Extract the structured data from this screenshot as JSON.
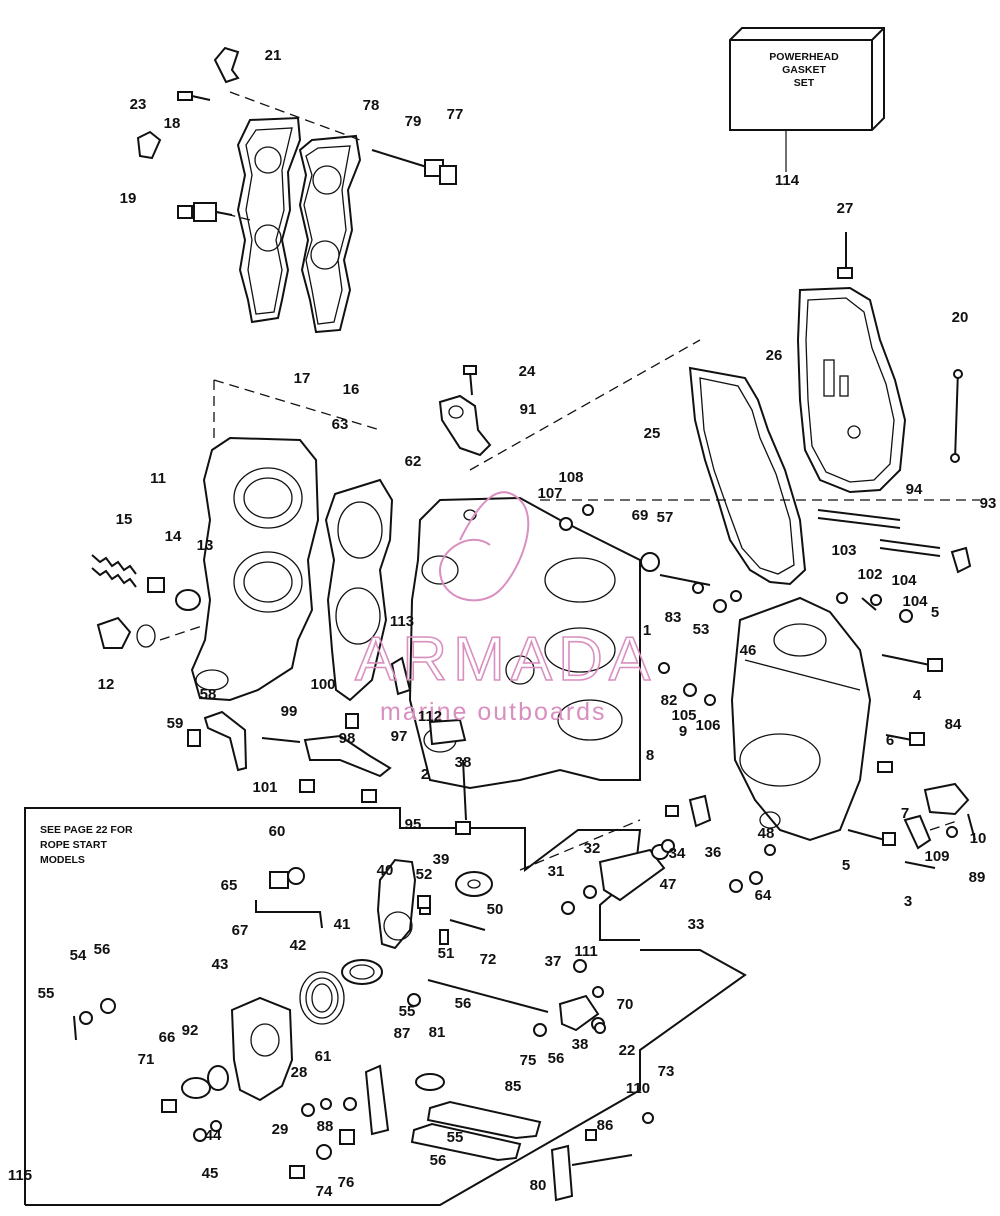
{
  "box_label": [
    "POWERHEAD",
    "GASKET",
    "SET"
  ],
  "note": [
    "SEE PAGE 22 FOR",
    "ROPE START",
    "MODELS"
  ],
  "watermark": {
    "name": "ARMADA",
    "tagline": "marine outboards",
    "color": "#d98fc0"
  },
  "callouts": [
    "1",
    "2",
    "3",
    "4",
    "5",
    "5",
    "6",
    "7",
    "8",
    "9",
    "10",
    "11",
    "12",
    "13",
    "14",
    "15",
    "16",
    "17",
    "18",
    "19",
    "20",
    "21",
    "22",
    "23",
    "24",
    "25",
    "26",
    "27",
    "28",
    "29",
    "31",
    "32",
    "33",
    "34",
    "36",
    "37",
    "38",
    "38",
    "39",
    "40",
    "41",
    "42",
    "43",
    "44",
    "45",
    "46",
    "47",
    "48",
    "50",
    "51",
    "52",
    "53",
    "54",
    "55",
    "55",
    "55",
    "56",
    "56",
    "56",
    "56",
    "57",
    "58",
    "59",
    "60",
    "61",
    "62",
    "63",
    "64",
    "65",
    "66",
    "67",
    "69",
    "70",
    "71",
    "72",
    "73",
    "74",
    "75",
    "76",
    "77",
    "78",
    "79",
    "80",
    "81",
    "82",
    "83",
    "84",
    "85",
    "86",
    "87",
    "88",
    "89",
    "91",
    "92",
    "93",
    "94",
    "95",
    "97",
    "98",
    "99",
    "100",
    "101",
    "102",
    "103",
    "104",
    "104",
    "105",
    "106",
    "107",
    "108",
    "109",
    "110",
    "111",
    "112",
    "113",
    "114",
    "115"
  ]
}
